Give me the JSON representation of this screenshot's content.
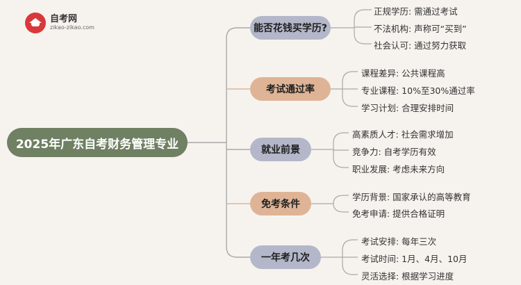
{
  "logo": {
    "icon": "graduation-cap-icon",
    "title": "自考网",
    "url": "zikao-zikao.com"
  },
  "root": {
    "label": "2025年广东自考财务管理专业"
  },
  "branches": [
    {
      "label": "能否花钱买学历?",
      "color": "#b3b7c9",
      "items": [
        "正规学历: 需通过考试",
        "不法机构: 声称可“买到”",
        "社会认可: 通过努力获取"
      ]
    },
    {
      "label": "考试通过率",
      "color": "#dfb496",
      "items": [
        "课程差异: 公共课程高",
        "专业课程: 10%至30%通过率",
        "学习计划: 合理安排时间"
      ]
    },
    {
      "label": "就业前景",
      "color": "#b3b7c9",
      "items": [
        "高素质人才: 社会需求增加",
        "竞争力: 自考学历有效",
        "职业发展: 考虑未来方向"
      ]
    },
    {
      "label": "免考条件",
      "color": "#dfb496",
      "items": [
        "学历背景: 国家承认的高等教育",
        "免考申请: 提供合格证明"
      ]
    },
    {
      "label": "一年考几次",
      "color": "#b3b7c9",
      "items": [
        "考试安排: 每年三次",
        "考试时间: 1月、4月、10月",
        "灵活选择: 根据学习进度"
      ]
    }
  ]
}
